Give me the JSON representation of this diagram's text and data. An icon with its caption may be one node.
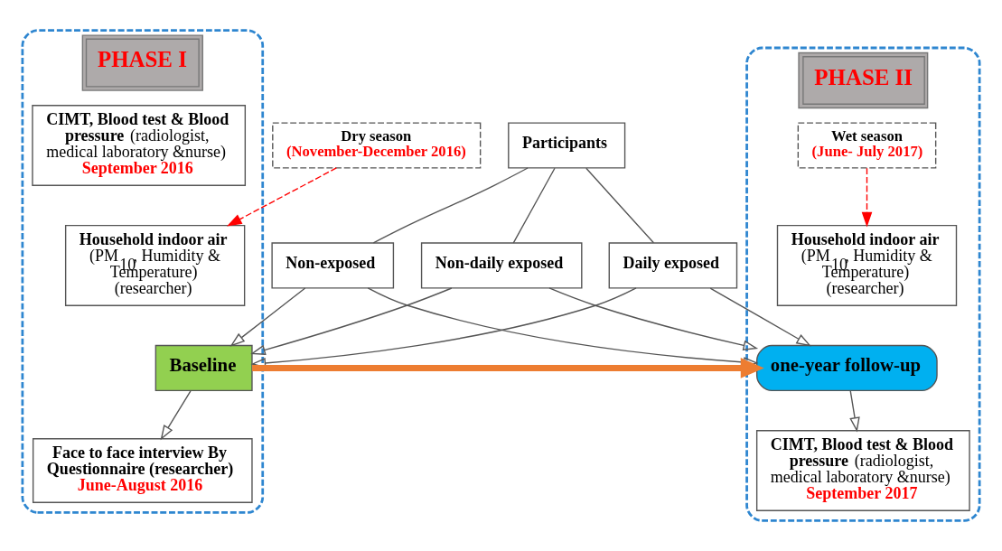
{
  "diagram": {
    "nodes": [
      {
        "text": [
          "Participants"
        ]
      },
      {
        "text": [
          "Non-exposed"
        ]
      },
      {
        "text": [
          "Non-daily exposed"
        ]
      },
      {
        "text": [
          "Daily exposed"
        ]
      },
      {
        "text": [
          "PHASE I"
        ]
      },
      {
        "text": [
          "Baseline"
        ],
        "in": 4
      },
      {
        "text": [
          "Dry season",
          "(November-December 2016)"
        ]
      },
      {
        "text": [
          "Face to face interview By Questionnaire (researcher)",
          "June-August 2016"
        ],
        "in": 4
      },
      {
        "text": [
          "**CIMT, Blood test & Blood pressure** (radiologist, medical laboratory &nurse)",
          "September 2016"
        ],
        "in": 4
      },
      {
        "text": [
          "**Household indoor air** (PM$_{10}$, Humidity & Temperature) (researcher)"
        ],
        "in": 4
      },
      {
        "text": [
          "PHASE II"
        ]
      },
      {
        "text": [
          "Wet season",
          "(June- July 2017)"
        ],
        "in": 10
      },
      {
        "text": [
          "one-year follow-up"
        ],
        "in": 10
      },
      {
        "text": [
          "**Household indoor air** (PM$_{10}$, Humidity & Temperature) (researcher)"
        ],
        "in": 10
      },
      {
        "text": [
          "**CIMT, Blood test & Blood pressure** (radiologist, medical laboratory &nurse)",
          "September 2017"
        ],
        "in": 10
      }
    ],
    "edges": [
      {
        "from": 0,
        "to": 1,
        "arrow": "none"
      },
      {
        "from": 0,
        "to": 2,
        "arrow": "none"
      },
      {
        "from": 0,
        "to": 3,
        "arrow": "none"
      },
      {
        "from": 1,
        "to": 5,
        "arrow": "to"
      },
      {
        "from": 2,
        "to": 5,
        "arrow": "to"
      },
      {
        "from": 3,
        "to": 5,
        "arrow": "to"
      },
      {
        "from": 1,
        "to": 12,
        "arrow": "to"
      },
      {
        "from": 2,
        "to": 12,
        "arrow": "to"
      },
      {
        "from": 3,
        "to": 12,
        "arrow": "to"
      },
      {
        "from": 5,
        "to": 7,
        "arrow": "to"
      },
      {
        "from": 5,
        "to": 12,
        "arrow": "to",
        "style": "thick",
        "color": "#ed7d31"
      },
      {
        "from": 6,
        "to": 9,
        "arrow": "to",
        "style": "dashed",
        "color": "#ff0000"
      },
      {
        "from": 11,
        "to": 13,
        "arrow": "to",
        "style": "dashed",
        "color": "#ff0000"
      },
      {
        "from": 12,
        "to": 14,
        "arrow": "to"
      }
    ]
  }
}
